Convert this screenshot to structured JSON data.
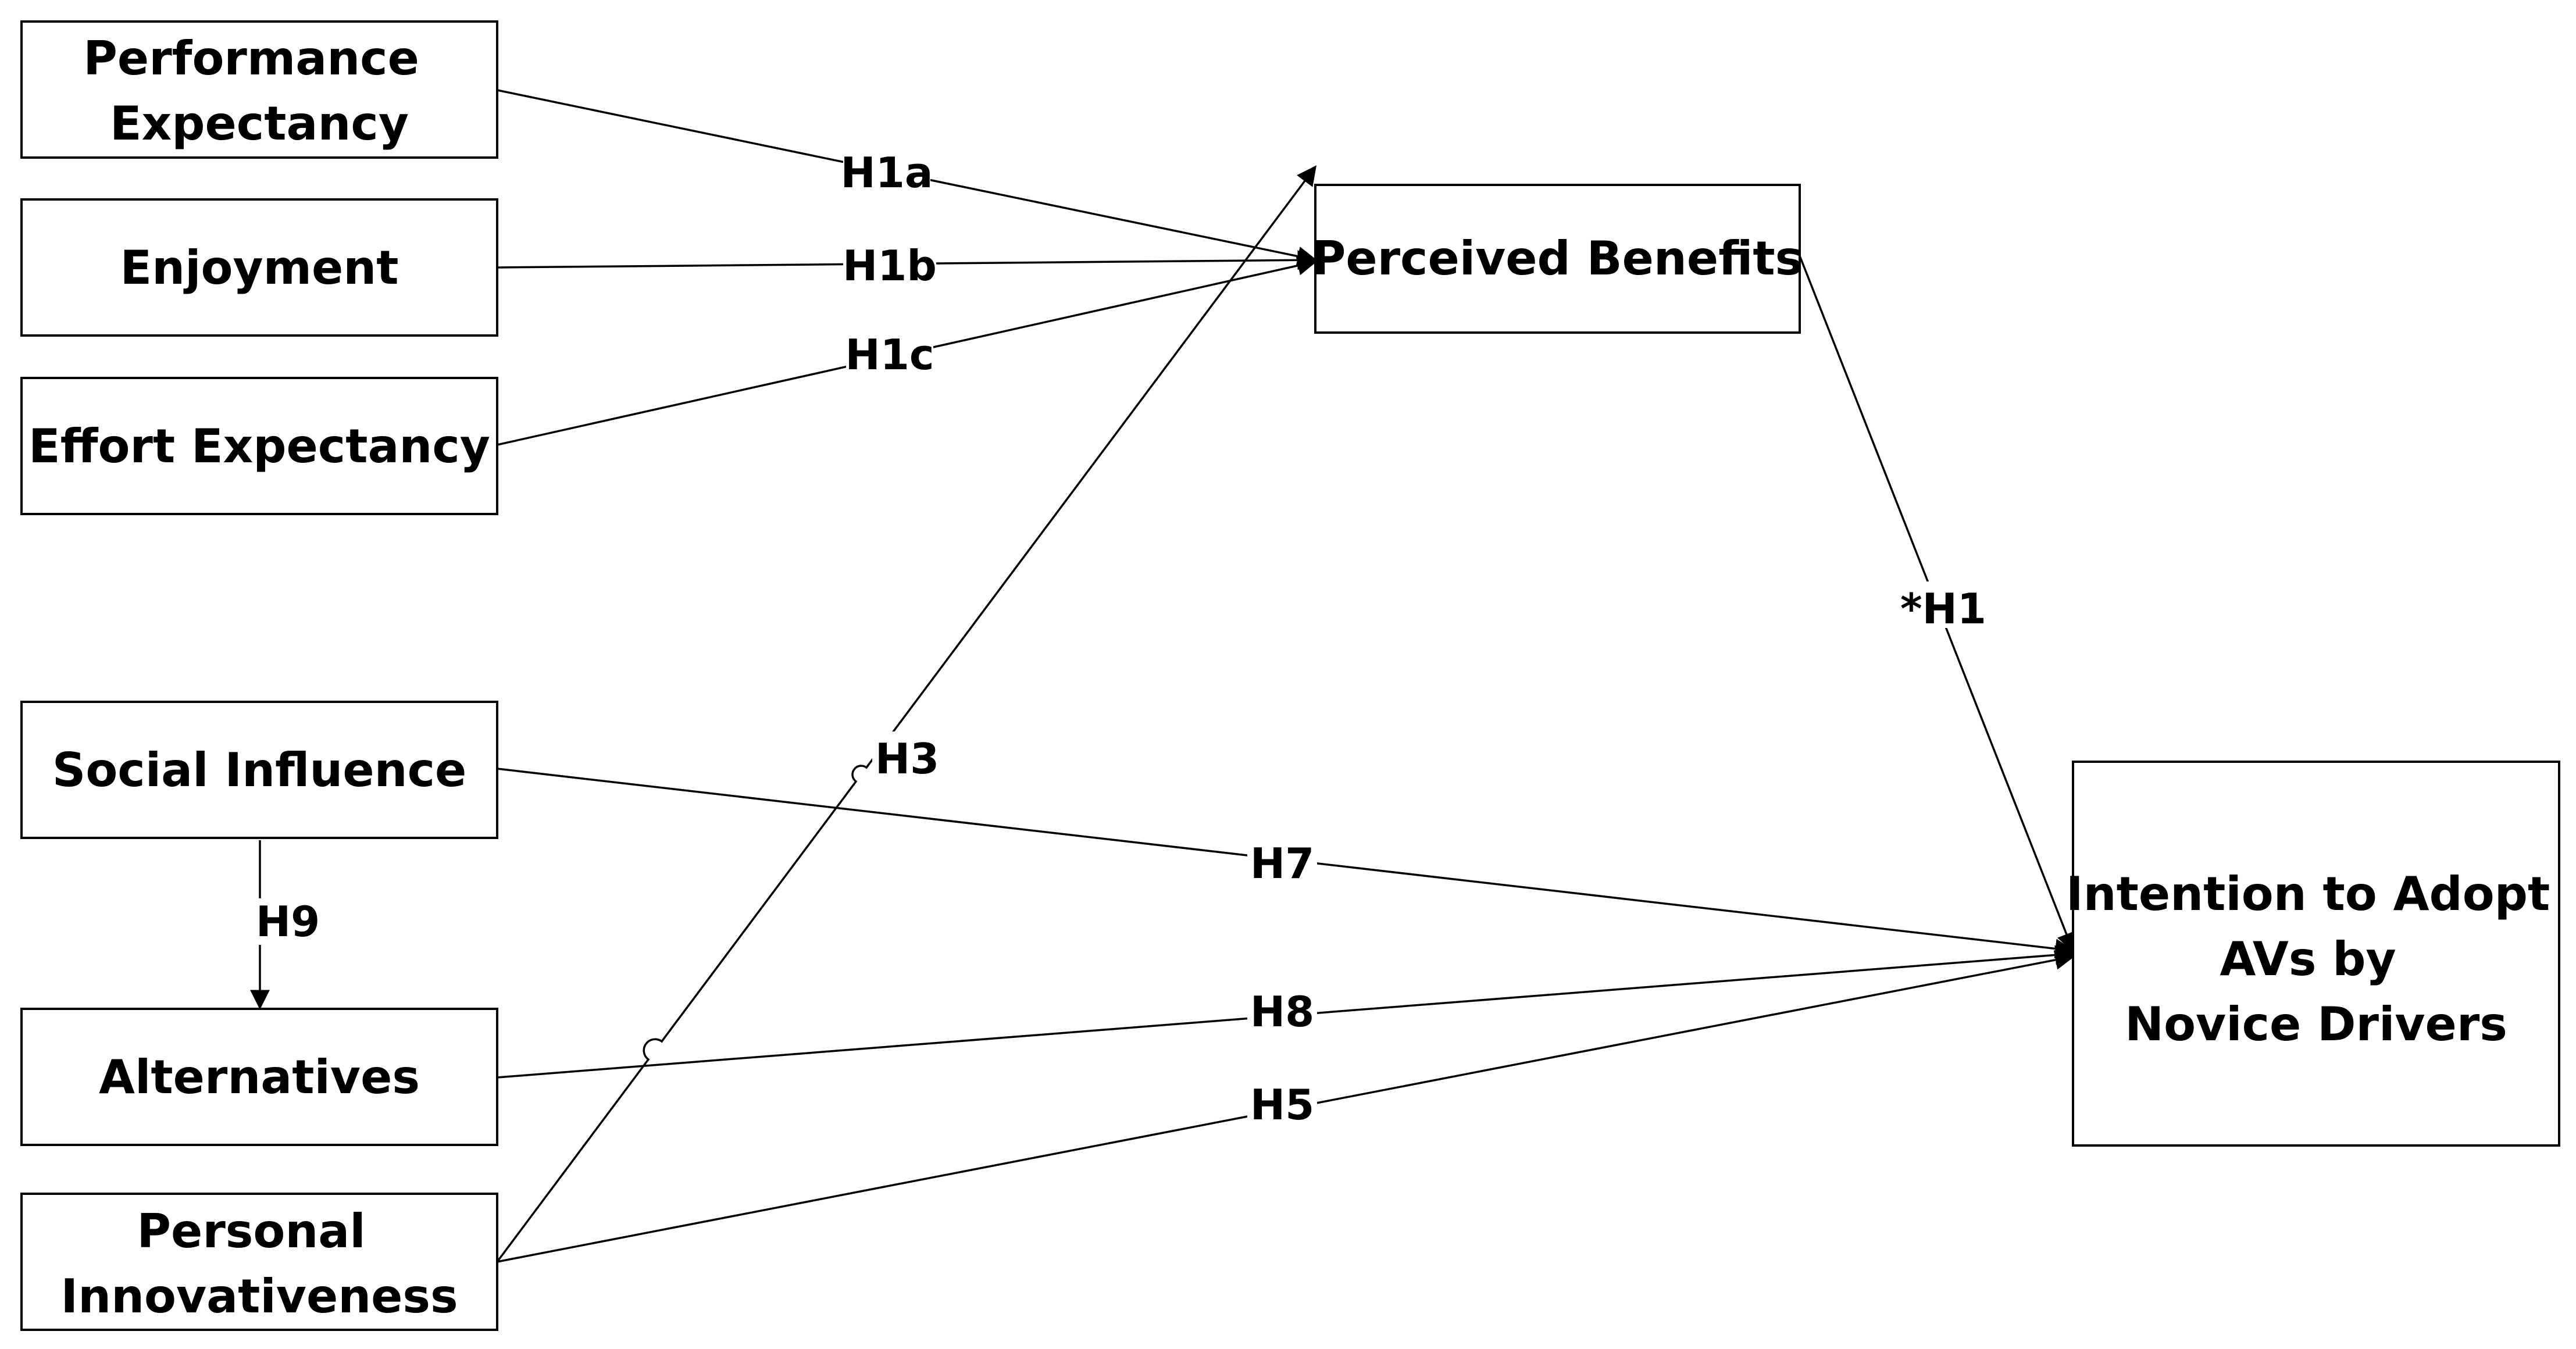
{
  "nodes": {
    "performance_expectancy": {
      "lines": [
        "Performance",
        "Expectancy"
      ]
    },
    "enjoyment": {
      "lines": [
        "Enjoyment"
      ]
    },
    "effort_expectancy": {
      "lines": [
        "Effort Expectancy"
      ]
    },
    "social_influence": {
      "lines": [
        "Social Influence"
      ]
    },
    "alternatives": {
      "lines": [
        "Alternatives"
      ]
    },
    "personal_innovativeness": {
      "lines": [
        "Personal",
        "Innovativeness"
      ]
    },
    "perceived_benefits": {
      "lines": [
        "Perceived Benefits"
      ]
    },
    "intention": {
      "lines": [
        "Intention to Adopt",
        "AVs by",
        "Novice Drivers"
      ]
    }
  },
  "edges": {
    "h1a": {
      "label": "H1a",
      "from": "Performance Expectancy",
      "to": "Perceived Benefits"
    },
    "h1b": {
      "label": "H1b",
      "from": "Enjoyment",
      "to": "Perceived Benefits"
    },
    "h1c": {
      "label": "H1c",
      "from": "Effort Expectancy",
      "to": "Perceived Benefits"
    },
    "h3": {
      "label": "H3",
      "from": "Personal Innovativeness",
      "to": "Perceived Benefits"
    },
    "h1": {
      "label": "*H1",
      "from": "Perceived Benefits",
      "to": "Intention to Adopt AVs by Novice Drivers"
    },
    "h7": {
      "label": "H7",
      "from": "Social Influence",
      "to": "Intention to Adopt AVs by Novice Drivers"
    },
    "h8": {
      "label": "H8",
      "from": "Alternatives",
      "to": "Intention to Adopt AVs by Novice Drivers"
    },
    "h5": {
      "label": "H5",
      "from": "Personal Innovativeness",
      "to": "Intention to Adopt AVs by Novice Drivers"
    },
    "h9": {
      "label": "H9",
      "from": "Social Influence",
      "to": "Alternatives"
    }
  },
  "colors": {
    "stroke": "#000000",
    "background": "#ffffff",
    "text": "#000000"
  }
}
